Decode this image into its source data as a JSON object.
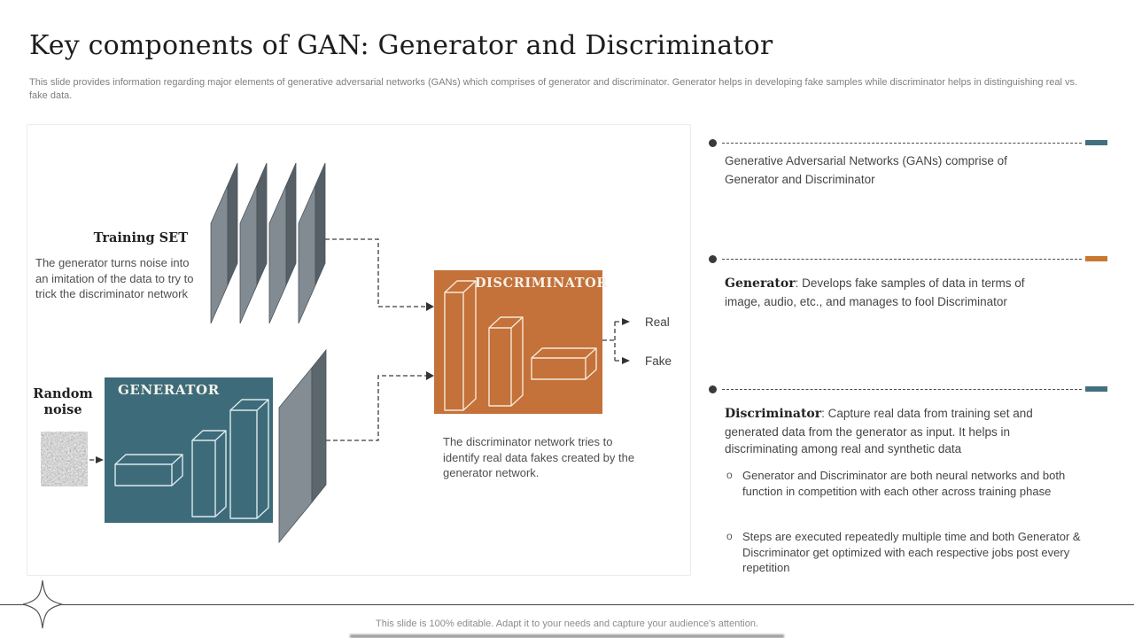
{
  "slide": {
    "title": "Key components of GAN: Generator and Discriminator",
    "subtitle": "This slide provides information regarding major elements of generative adversarial networks (GANs) which comprises of generator and discriminator. Generator helps in developing fake samples while discriminator helps in distinguishing real vs. fake data.",
    "footer": "This slide is 100% editable. Adapt it to your needs and capture your audience's attention."
  },
  "diagram": {
    "training_set_label": "Training SET",
    "generator_desc": "The generator turns noise into an imitation of the data to try to trick the discriminator network",
    "random_noise_label": "Random noise",
    "generator_label": "GENERATOR",
    "discriminator_label": "DISCRIMINATOR",
    "discriminator_desc": "The discriminator network tries to identify real data fakes created by the generator network.",
    "output_real": "Real",
    "output_fake": "Fake",
    "noise_icon": "random-noise-texture"
  },
  "sidebar": {
    "sub_marker": "o",
    "points": [
      {
        "lead": "",
        "rest": "Generative Adversarial Networks (GANs) comprise of Generator and Discriminator",
        "accent_color": "#44707E"
      },
      {
        "lead": "Generator",
        "rest": ": Develops fake samples of data in terms of image, audio, etc., and manages to fool Discriminator",
        "accent_color": "#C9792F"
      },
      {
        "lead": "Discriminator",
        "rest": ": Capture real data from training set and generated data from the generator as input. It helps in discriminating among real and synthetic data",
        "accent_color": "#44707E"
      }
    ],
    "sub_bullets": [
      "Generator and Discriminator are both neural networks and both function in competition with each other across training phase",
      "Steps are executed repeatedly  multiple time and both Generator & Discriminator get optimized with each respective jobs post every repetition"
    ]
  },
  "colors": {
    "generator_box": "#3D6B7A",
    "discriminator_box": "#C4713A",
    "sheet_light": "#828B91",
    "sheet_dark": "#565F66",
    "accent_teal": "#44707E",
    "accent_orange": "#C9792F"
  }
}
